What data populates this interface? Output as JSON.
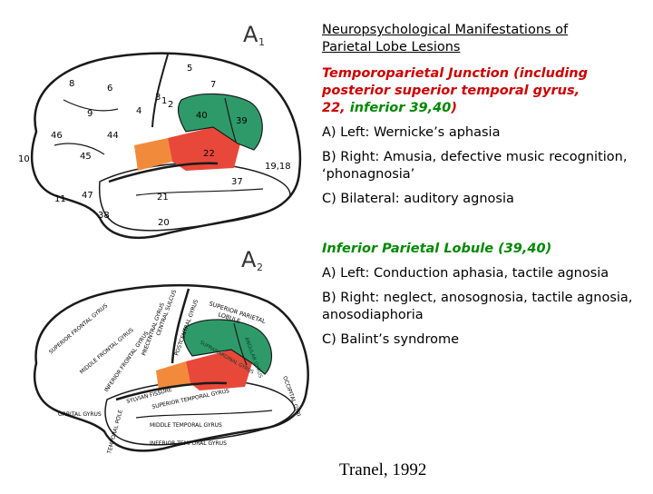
{
  "figure": {
    "panel_a1_label": "A",
    "panel_a1_sub": "1",
    "panel_a2_label": "A",
    "panel_a2_sub": "2",
    "a1_numbers": [
      "8",
      "6",
      "5",
      "7",
      "3",
      "1",
      "2",
      "9",
      "4",
      "40",
      "39",
      "46",
      "44",
      "10",
      "45",
      "22",
      "19,18",
      "11",
      "47",
      "21",
      "37",
      "38",
      "20"
    ],
    "a2_labels": {
      "superior_parietal": "SUPERIOR PARIETAL",
      "lobule": "LOBULE",
      "central_sulcus": "CENTRAL SULCUS",
      "postcentral_gyrus": "POSTCENTRAL GYRUS",
      "precentral_gyrus": "PRECENTRAL GYRUS",
      "superior_frontal_gyrus": "SUPERIOR FRONTAL GYRUS",
      "middle_frontal_gyrus": "MIDDLE FRONTAL GYRUS",
      "inferior_frontal_gyrus": "INFERIOR FRONTAL GYRUS",
      "orbital_gyrus": "ORBITAL GYRUS",
      "sylvian_fissure": "SYLVIAN FISSURE",
      "supramarginal_gyrus": "SUPRAMARGINAL GYRUS",
      "angular_gyrus": "ANGULAR GYRUS",
      "superior_temporal_gyrus": "SUPERIOR TEMPORAL GYRUS",
      "middle_temporal_gyrus": "MIDDLE TEMPORAL GYRUS",
      "inferior_temporal_gyrus": "INFERIOR TEMPORAL GYRUS",
      "temporal_pole": "TEMPORAL POLE",
      "occipital_gyri": "OCCIPITAL GYRI"
    },
    "colors": {
      "green": "#2e9a6a",
      "red": "#e8483a",
      "orange": "#f28a3c",
      "outline": "#1a1a1a"
    }
  },
  "text": {
    "title_line1": "Neuropsychological Manifestations of",
    "title_line2": "Parietal Lobe Lesions",
    "tpj_heading_line1": "Temporoparietal Junction (including",
    "tpj_heading_line2": "posterior superior temporal gyrus,",
    "tpj_heading_red_tail": "22,",
    "tpj_heading_green": " inferior 39,40",
    "tpj_heading_close": ")",
    "tpj_items": [
      "A)  Left:  Wernicke’s aphasia",
      "B)  Right:  Amusia, defective music recognition, ‘phonagnosia’",
      "C)  Bilateral:  auditory agnosia"
    ],
    "ipl_heading": "Inferior Parietal Lobule (39,40)",
    "ipl_items": [
      "A)  Left:  Conduction aphasia, tactile agnosia",
      "B)  Right:  neglect, anosognosia, tactile agnosia, anosodiaphoria",
      "C)  Balint’s syndrome"
    ]
  },
  "citation": "Tranel, 1992"
}
